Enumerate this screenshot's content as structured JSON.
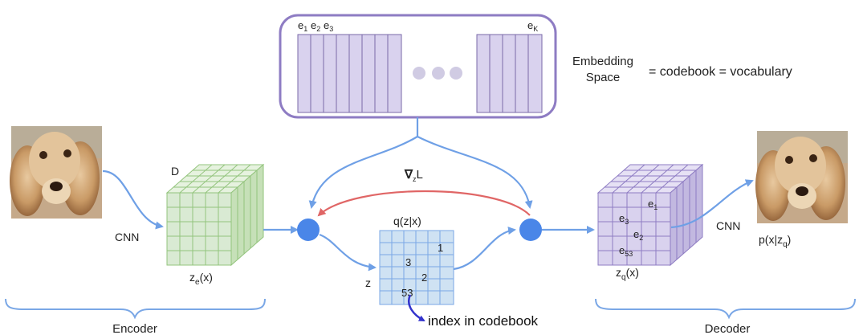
{
  "embedding": {
    "e1": "e",
    "e1_sub": "1",
    "e2": "e",
    "e2_sub": "2",
    "e3": "e",
    "e3_sub": "3",
    "ek": "e",
    "ek_sub": "K",
    "title_line1": "Embedding",
    "title_line2": "Space",
    "equation": "= codebook = vocabulary"
  },
  "encoder": {
    "cnn": "CNN",
    "depth": "D",
    "ze_main": "z",
    "ze_sub": "e",
    "ze_tail": "(x)",
    "brace_label": "Encoder"
  },
  "gradient": {
    "nabla": "∇",
    "sub": "z",
    "tail": "L"
  },
  "posterior": {
    "label": "q(z|x)",
    "z": "z",
    "values": [
      "1",
      "3",
      "2",
      "53"
    ],
    "note": "index in codebook"
  },
  "decoder": {
    "cnn": "CNN",
    "codes": [
      "e",
      "e",
      "e",
      "e"
    ],
    "code_subs": [
      "1",
      "3",
      "2",
      "53"
    ],
    "zq_main": "z",
    "zq_sub": "q",
    "zq_tail": "(x)",
    "px_main": "p(x|z",
    "px_sub": "q",
    "px_tail": ")",
    "brace_label": "Decoder"
  },
  "colors": {
    "arrow": "#6fa0e6",
    "gradient_arrow": "#e06666",
    "embedding_border": "#8e7cc3",
    "embedding_fill": "#d9d2ee",
    "encoder_fill": "#d9ead3",
    "decoder_fill": "#d9d2ee",
    "posterior_fill": "#cfe2f3",
    "node": "#4a86e8",
    "brace": "#7aa7e6",
    "note_arrow": "#3333cc"
  }
}
